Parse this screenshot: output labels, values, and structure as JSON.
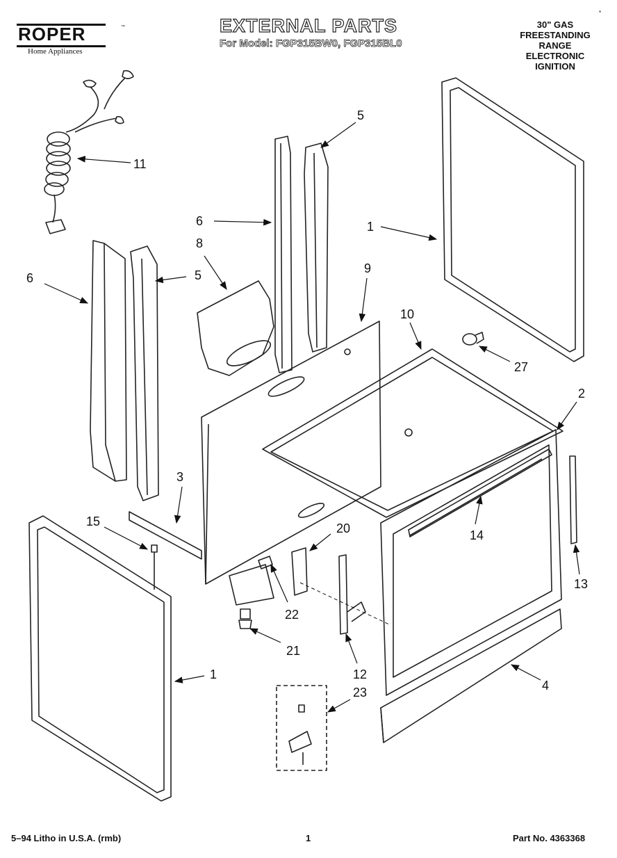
{
  "header": {
    "brand": "ROPER",
    "brand_tagline": "Home Appliances",
    "brand_mark": "™",
    "title": "EXTERNAL PARTS",
    "subtitle": "For Model: FGP315BW0, FGP315BL0",
    "product_lines": [
      "30\" GAS",
      "FREESTANDING",
      "RANGE",
      "ELECTRONIC",
      "IGNITION"
    ],
    "corner_mark": "*"
  },
  "footer": {
    "litho": "5–94 Litho in U.S.A. (rmb)",
    "page": "1",
    "part_no": "Part No. 4363368"
  },
  "callouts": {
    "c11": "11",
    "c5a": "5",
    "c6a": "6",
    "c1a": "1",
    "c8": "8",
    "c6b": "6",
    "c5b": "5",
    "c9": "9",
    "c10": "10",
    "c27": "27",
    "c2": "2",
    "c3": "3",
    "c15": "15",
    "c20": "20",
    "c14": "14",
    "c13": "13",
    "c22": "22",
    "c21": "21",
    "c1b": "1",
    "c12": "12",
    "c23": "23",
    "c4": "4"
  }
}
